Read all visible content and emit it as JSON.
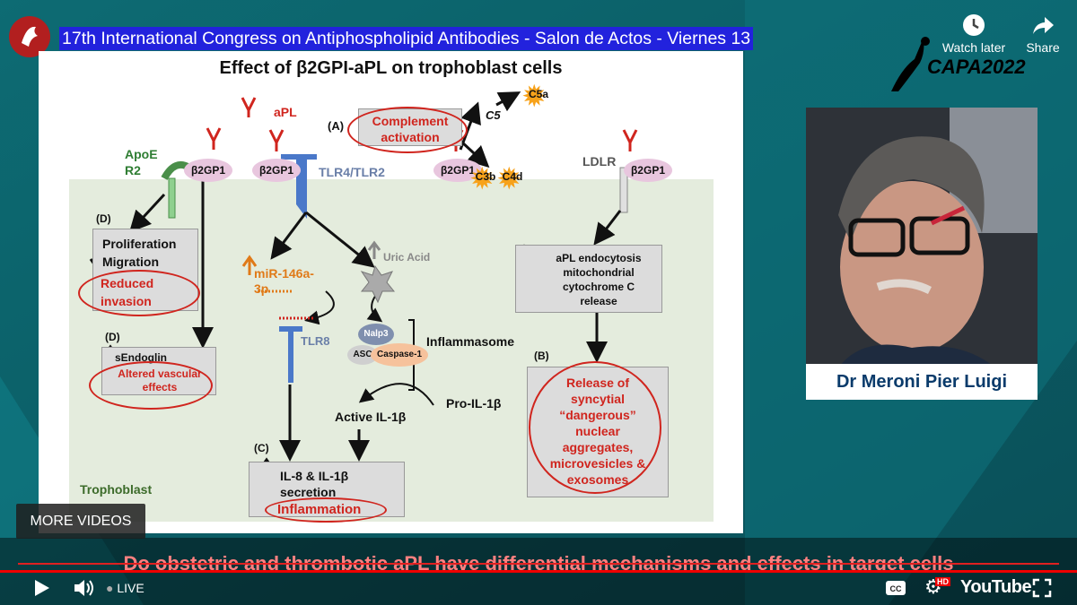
{
  "video": {
    "title": "17th International Congress on Antiphospholipid Antibodies - Salon de Actos - Viernes 13",
    "watch_later_label": "Watch later",
    "share_label": "Share",
    "more_videos_label": "MORE VIDEOS",
    "live_label": "LIVE",
    "brand_label": "YouTube",
    "hd_badge": "HD"
  },
  "event_logo_text": "CAPA2022",
  "speaker": {
    "name": "Dr  Meroni Pier Luigi"
  },
  "ticker": {
    "text": "Do obstetric and thrombotic aPL have differential mechanisms and effects in target cells"
  },
  "slide": {
    "title": "Effect of β2GPI-aPL on trophoblast cells",
    "apl": "aPL",
    "apoe_line1": "ApoE",
    "apoe_line2": "R2",
    "b2gp1": "β2GP1",
    "tlr4": "TLR4/TLR2",
    "ldlr": "LDLR",
    "label_a": "(A)",
    "complement_line1": "Complement",
    "complement_line2": "activation",
    "c5": "C5",
    "c5a": "C5a",
    "c3b": "C3b",
    "c4d": "C4d",
    "label_d1": "(D)",
    "prolif_line1": "Proliferation",
    "prolif_line2": "Migration",
    "reduced_line1": "Reduced",
    "reduced_line2": "invasion",
    "label_d2": "(D)",
    "sendoglin": "sEndoglin",
    "altered_line1": "Altered vascular",
    "altered_line2": "effects",
    "mir_line1": "miR-146a-",
    "mir_line2": "3p",
    "uric_acid": "Uric Acid",
    "tlr8": "TLR8",
    "nalp3": "Nalp3",
    "asc": "ASC",
    "caspase": "Caspase-1",
    "inflammasome": "Inflammasome",
    "active_il": "Active IL-1β",
    "pro_il": "Pro-IL-1β",
    "label_c": "(C)",
    "il8_line1": "IL-8 & IL-1β",
    "il8_line2": "secretion",
    "inflammation": "Inflammation",
    "trophoblast": "Trophoblast",
    "endo_line1": "aPL endocytosis",
    "endo_line2": "mitochondrial",
    "endo_line3": "cytochrome C",
    "endo_line4": "release",
    "label_b": "(B)",
    "release_line1": "Release of",
    "release_line2": "syncytial",
    "release_line3": "“dangerous”",
    "release_line4": "nuclear",
    "release_line5": "aggregates,",
    "release_line6": "microvesicles &",
    "release_line7": "exosomes"
  },
  "colors": {
    "title_bar": "#2222dd",
    "background": "#0b5a63",
    "accent_red": "#d0251e",
    "receptor_blue": "#4a78c9",
    "apoe_green": "#2e7d32"
  }
}
